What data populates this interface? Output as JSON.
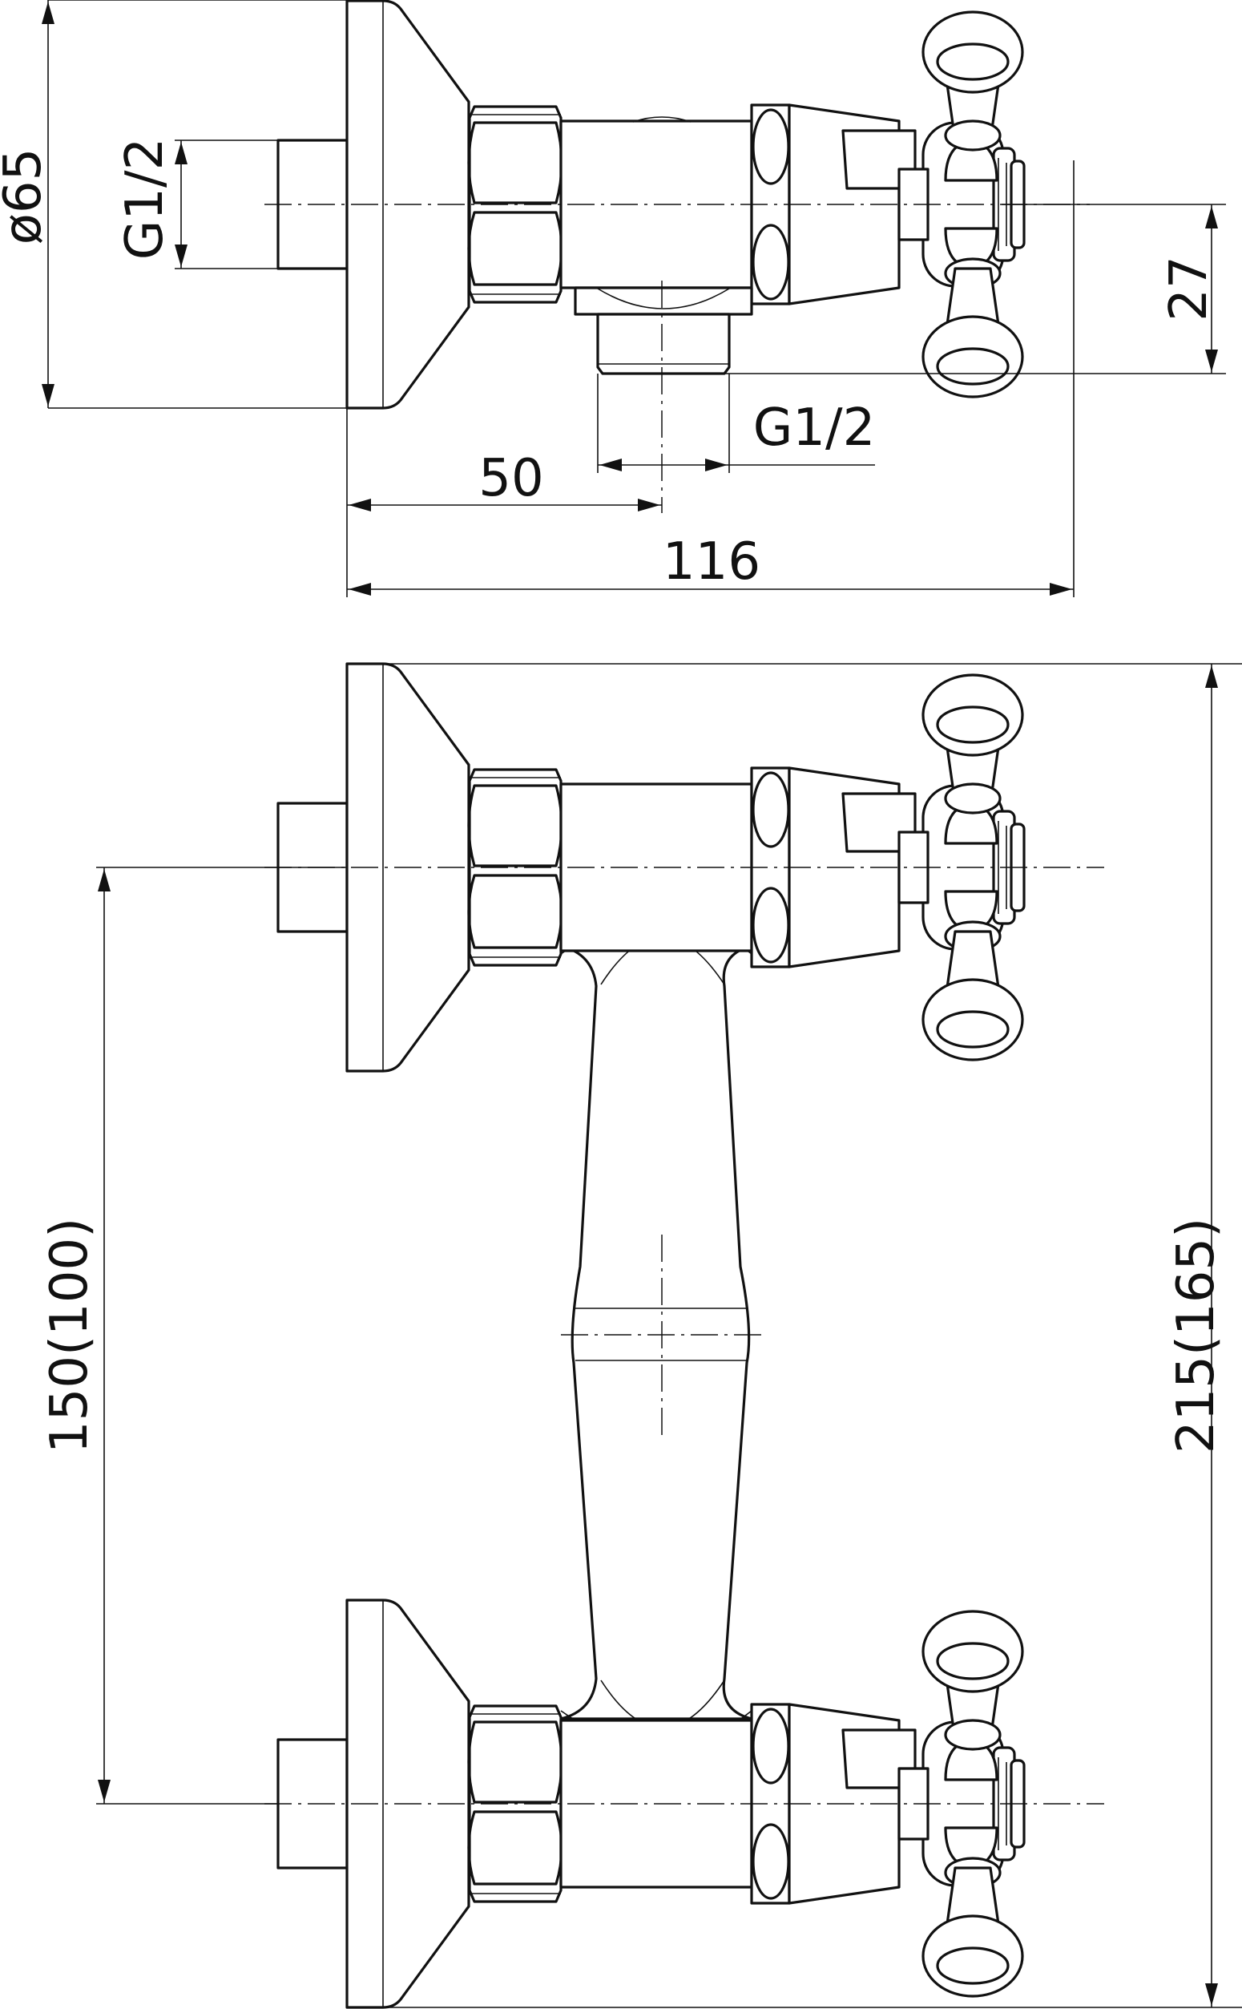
{
  "drawing": {
    "top_view_labels": {
      "flange_diameter": "ø65",
      "inlet_thread": "G1/2",
      "outlet_thread": "G1/2",
      "outlet_offset": "27",
      "outlet_depth": "50",
      "overall_depth": "116"
    },
    "front_view_labels": {
      "inlet_spacing": "150(100)",
      "overall_height": "215(165)"
    }
  }
}
